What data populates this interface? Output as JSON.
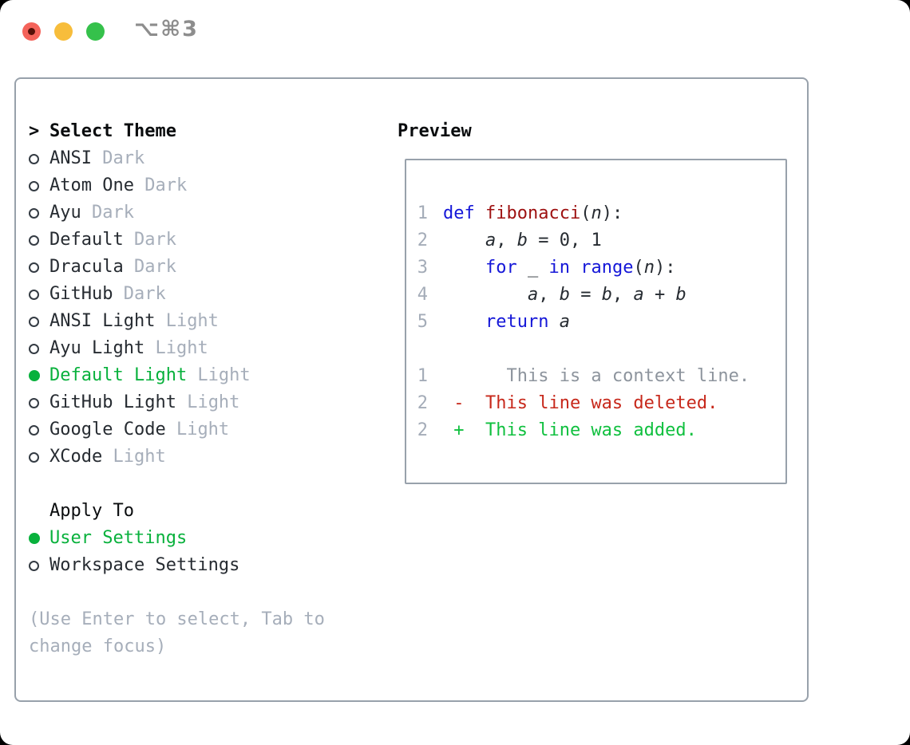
{
  "window": {
    "shortcut": "⌥⌘3"
  },
  "sidebar": {
    "prompt": ">",
    "heading": "Select Theme",
    "themes": [
      {
        "name": "ANSI",
        "variant": "Dark",
        "selected": false
      },
      {
        "name": "Atom One",
        "variant": "Dark",
        "selected": false
      },
      {
        "name": "Ayu",
        "variant": "Dark",
        "selected": false
      },
      {
        "name": "Default",
        "variant": "Dark",
        "selected": false
      },
      {
        "name": "Dracula",
        "variant": "Dark",
        "selected": false
      },
      {
        "name": "GitHub",
        "variant": "Dark",
        "selected": false
      },
      {
        "name": "ANSI Light",
        "variant": "Light",
        "selected": false
      },
      {
        "name": "Ayu Light",
        "variant": "Light",
        "selected": false
      },
      {
        "name": "Default Light",
        "variant": "Light",
        "selected": true
      },
      {
        "name": "GitHub Light",
        "variant": "Light",
        "selected": false
      },
      {
        "name": "Google Code",
        "variant": "Light",
        "selected": false
      },
      {
        "name": "XCode",
        "variant": "Light",
        "selected": false
      }
    ],
    "apply_to": {
      "heading": "Apply To",
      "options": [
        {
          "label": "User Settings",
          "selected": true
        },
        {
          "label": "Workspace Settings",
          "selected": false
        }
      ]
    },
    "hint": [
      "(Use Enter to select, Tab to",
      "change focus)"
    ]
  },
  "preview": {
    "heading": "Preview",
    "lines": [
      {
        "num": "1",
        "segs": [
          [
            "kw",
            "def"
          ],
          [
            "pl",
            " "
          ],
          [
            "fn",
            "fibonacci"
          ],
          [
            "pl",
            "("
          ],
          [
            "var",
            "n"
          ],
          [
            "pl",
            "):"
          ]
        ]
      },
      {
        "num": "2",
        "segs": [
          [
            "pl",
            "    "
          ],
          [
            "var",
            "a"
          ],
          [
            "pl",
            ", "
          ],
          [
            "var",
            "b"
          ],
          [
            "pl",
            " = 0, 1"
          ]
        ]
      },
      {
        "num": "3",
        "segs": [
          [
            "pl",
            "    "
          ],
          [
            "kw",
            "for"
          ],
          [
            "pl",
            " _ "
          ],
          [
            "kw",
            "in"
          ],
          [
            "pl",
            " "
          ],
          [
            "kw",
            "range"
          ],
          [
            "pl",
            "("
          ],
          [
            "var",
            "n"
          ],
          [
            "pl",
            "):"
          ]
        ]
      },
      {
        "num": "4",
        "segs": [
          [
            "pl",
            "        "
          ],
          [
            "var",
            "a"
          ],
          [
            "pl",
            ", "
          ],
          [
            "var",
            "b"
          ],
          [
            "pl",
            " = "
          ],
          [
            "var",
            "b"
          ],
          [
            "pl",
            ", "
          ],
          [
            "var",
            "a"
          ],
          [
            "pl",
            " + "
          ],
          [
            "var",
            "b"
          ]
        ]
      },
      {
        "num": "5",
        "segs": [
          [
            "pl",
            "    "
          ],
          [
            "kw",
            "return"
          ],
          [
            "pl",
            " "
          ],
          [
            "var",
            "a"
          ]
        ]
      },
      {
        "num": "",
        "segs": []
      },
      {
        "num": "1",
        "segs": [
          [
            "ctx",
            "      This is a context line."
          ]
        ]
      },
      {
        "num": "2",
        "segs": [
          [
            "del",
            " -  This line was deleted."
          ]
        ]
      },
      {
        "num": "2",
        "segs": [
          [
            "add",
            " +  This line was added."
          ]
        ]
      }
    ]
  },
  "colors": {
    "text": "#262b31",
    "heading": "#0a0c0e",
    "muted": "#a6aeba",
    "border": "#98a1ab",
    "accent_green": "#08b13c",
    "diff_red": "#c7281b",
    "diff_green": "#10c03f",
    "keyword_blue": "#1517d8",
    "function_red": "#9e1111",
    "context_gray": "#8d949d",
    "line_number": "#a4acb8",
    "shortcut_gray": "#8d8d8d",
    "traffic_red": "#f4635a",
    "traffic_red_dot": "#541008",
    "traffic_yellow": "#f7bd3b",
    "traffic_green": "#35c14b"
  }
}
